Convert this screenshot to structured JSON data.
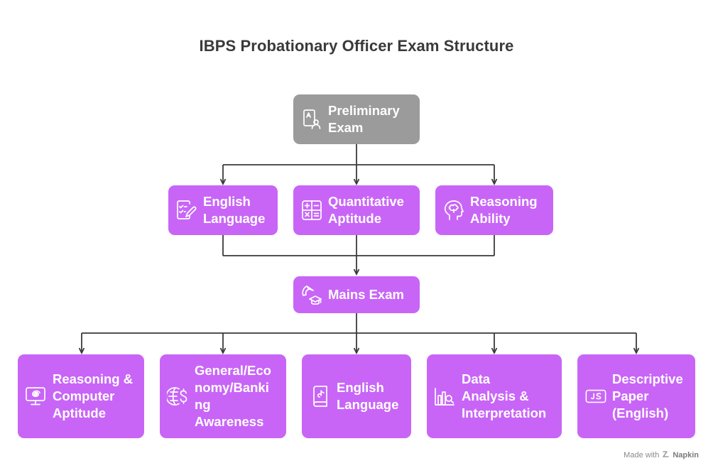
{
  "title": "IBPS Probationary Officer Exam Structure",
  "nodes": {
    "preliminary": {
      "label": "Preliminary\nExam",
      "icon": "exam-person-icon"
    },
    "english_pre": {
      "label": "English\nLanguage",
      "icon": "checklist-pen-icon"
    },
    "quant": {
      "label": "Quantitative\nAptitude",
      "icon": "calculator-icon"
    },
    "reasoning": {
      "label": "Reasoning\nAbility",
      "icon": "brain-head-icon"
    },
    "mains": {
      "label": "Mains Exam",
      "icon": "mortarboard-icon"
    },
    "reasoning_computer": {
      "label": "Reasoning &\nComputer\nAptitude",
      "icon": "monitor-swirl-icon"
    },
    "general": {
      "label": "General/Eco\nnomy/Banki\nng\nAwareness",
      "icon": "globe-dollar-icon"
    },
    "english_mains": {
      "label": "English\nLanguage",
      "icon": "book-icon"
    },
    "data": {
      "label": "Data\nAnalysis &\nInterpretation",
      "icon": "chart-magnifier-icon"
    },
    "descriptive": {
      "label": "Descriptive\nPaper\n(English)",
      "icon": "js-badge-icon"
    }
  },
  "footer": {
    "prefix": "Made with",
    "brand": "Napkin"
  },
  "colors": {
    "gray_node": "#9b9b9b",
    "purple_node": "#c865f7",
    "connector": "#3a3a3a"
  }
}
